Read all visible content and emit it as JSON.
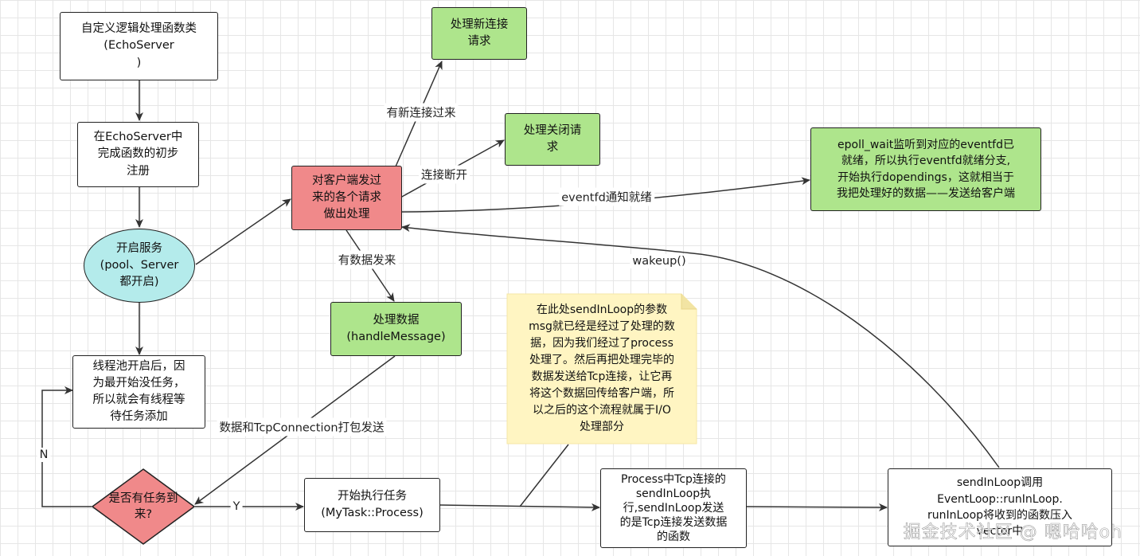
{
  "nodes": {
    "echo_server_class": "自定义逻辑处理函数类\n(EchoServer\n)",
    "register": "在EchoServer中\n完成函数的初步\n注册",
    "start_service": "开启服务\n(pool、Server\n都开启)",
    "thread_pool": "线程池开启后，因\n为最开始没任务，\n所以就会有线程等\n待任务添加",
    "has_task": "是否有任务到\n来?",
    "process_requests": "对客户端发过\n来的各个请求\n做出处理",
    "new_connection": "处理新连接\n请求",
    "close_request": "处理关闭请\n求",
    "handle_data": "处理数据\n(handleMessage)",
    "start_task": "开始执行任务\n(MyTask::Process)",
    "tcp_send": "Process中Tcp连接的\nsendInLoop执\n行,sendInLoop发送\n的是Tcp连接发送数据\n的函数",
    "run_in_loop": "sendInLoop调用\nEventLoop::runInLoop.\nrunInLoop将收到的函数压入\nvector中",
    "epoll_wait": "epoll_wait监听到对应的eventfd已\n就绪，所以执行eventfd就绪分支,\n开始执行dopendings，这就相当于\n我把处理好的数据——发送给客户端"
  },
  "note": "在此处sendInLoop的参数\nmsg就已经是经过了处理的数\n据，因为我们经过了process\n处理了。然后再把处理完毕的\n数据发送给Tcp连接，让它再\n将这个数据回传给客户端，所\n以之后的这个流程就属于I/O\n处理部分",
  "edge_labels": {
    "new_conn": "有新连接过来",
    "disconnect": "连接断开",
    "eventfd": "eventfd通知就绪",
    "has_data": "有数据发来",
    "wakeup": "wakeup()",
    "pack_send": "数据和TcpConnection打包发送",
    "no": "N",
    "yes": "Y"
  },
  "watermark": "掘金技术社区 @ 嗯哈哈oh",
  "colors": {
    "green": "#aee58c",
    "red": "#f0898a",
    "cyan": "#b4ebeb",
    "note": "#fff5c2",
    "line": "#333333"
  }
}
